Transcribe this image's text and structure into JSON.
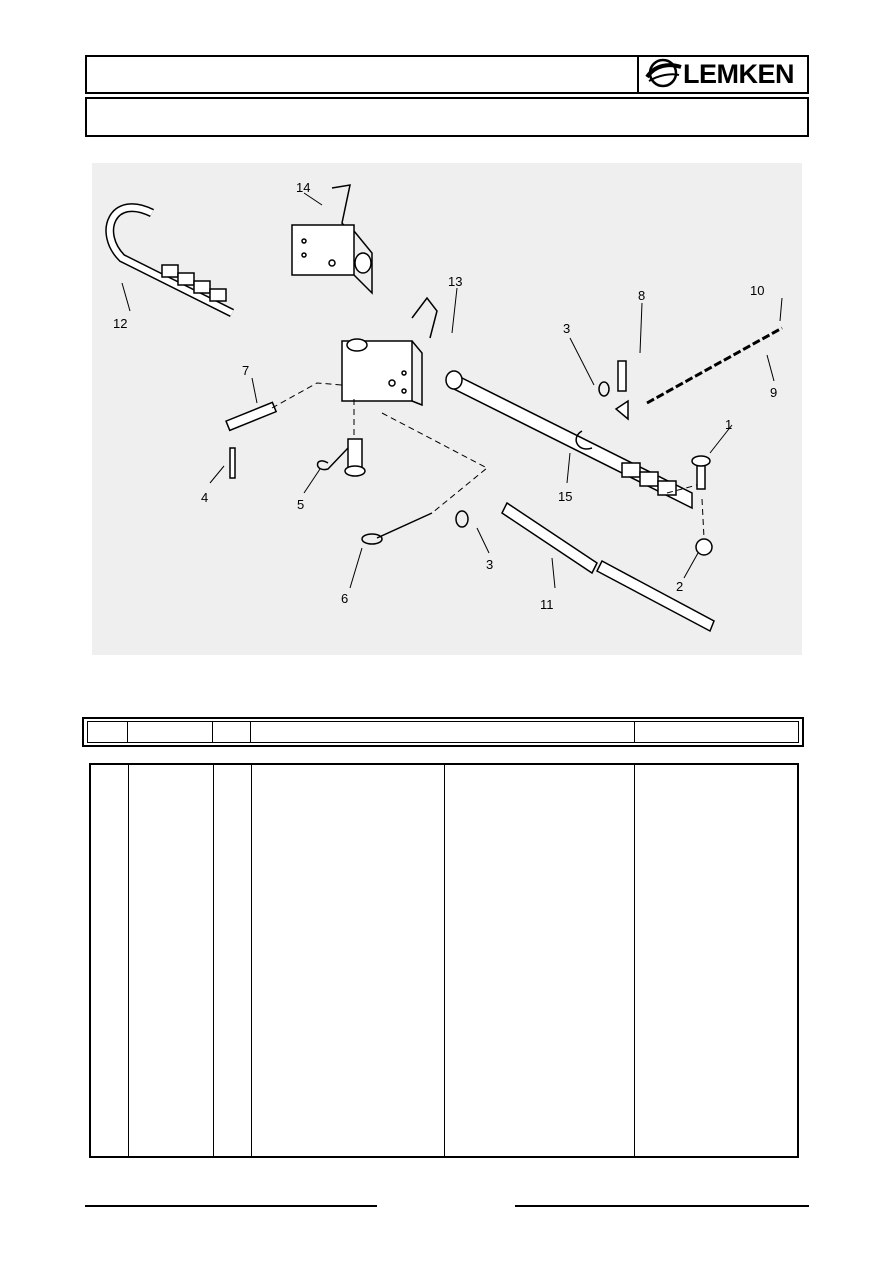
{
  "header": {
    "brand": "LEMKEN",
    "logo_icon": "lemken-swoosh-icon"
  },
  "drawing": {
    "callouts": [
      "1",
      "2",
      "3",
      "3",
      "4",
      "5",
      "6",
      "7",
      "8",
      "9",
      "10",
      "11",
      "12",
      "13",
      "14",
      "15"
    ]
  },
  "colors": {
    "drawing_background": "#efefef",
    "line": "#000000"
  }
}
